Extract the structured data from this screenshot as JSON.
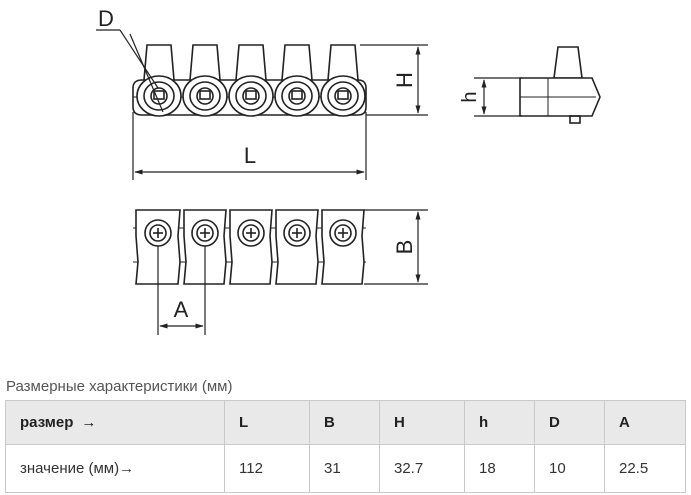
{
  "labels": {
    "D": "D",
    "H": "H",
    "h": "h",
    "L": "L",
    "B": "B",
    "A": "A"
  },
  "caption": "Размерные характеристики (мм)",
  "table": {
    "header": [
      "размер",
      "L",
      "B",
      "H",
      "h",
      "D",
      "A"
    ],
    "header_arrow": "→",
    "values": [
      "значение (мм)",
      "112",
      "31",
      "32.7",
      "18",
      "10",
      "22.5"
    ],
    "values_arrow": "→"
  }
}
